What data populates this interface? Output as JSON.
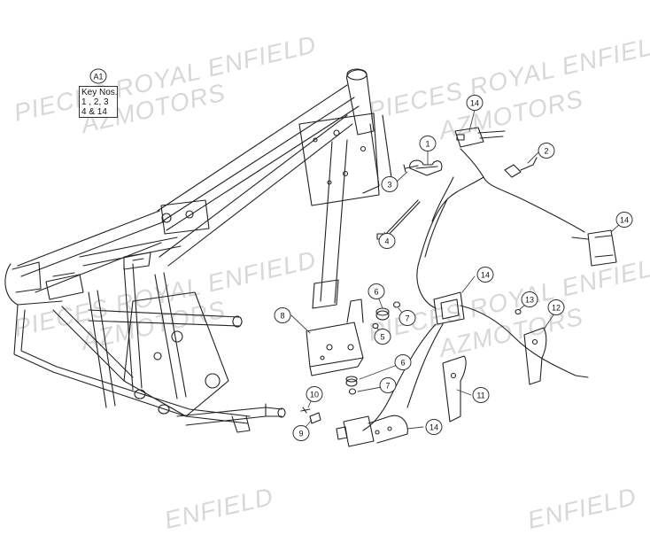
{
  "watermark": {
    "line1": "PIECES ROYAL ENFIELD",
    "line2": "AZMOTORS",
    "line1_short": "ENFIELD"
  },
  "key_block": {
    "ref": "A1",
    "title": "Key Nos.",
    "line2": "1 , 2, 3",
    "line3": "4 & 14"
  },
  "callouts": [
    "14",
    "1",
    "2",
    "3",
    "4",
    "14",
    "14",
    "13",
    "12",
    "6",
    "7",
    "5",
    "8",
    "6",
    "7",
    "11",
    "10",
    "9",
    "14"
  ]
}
